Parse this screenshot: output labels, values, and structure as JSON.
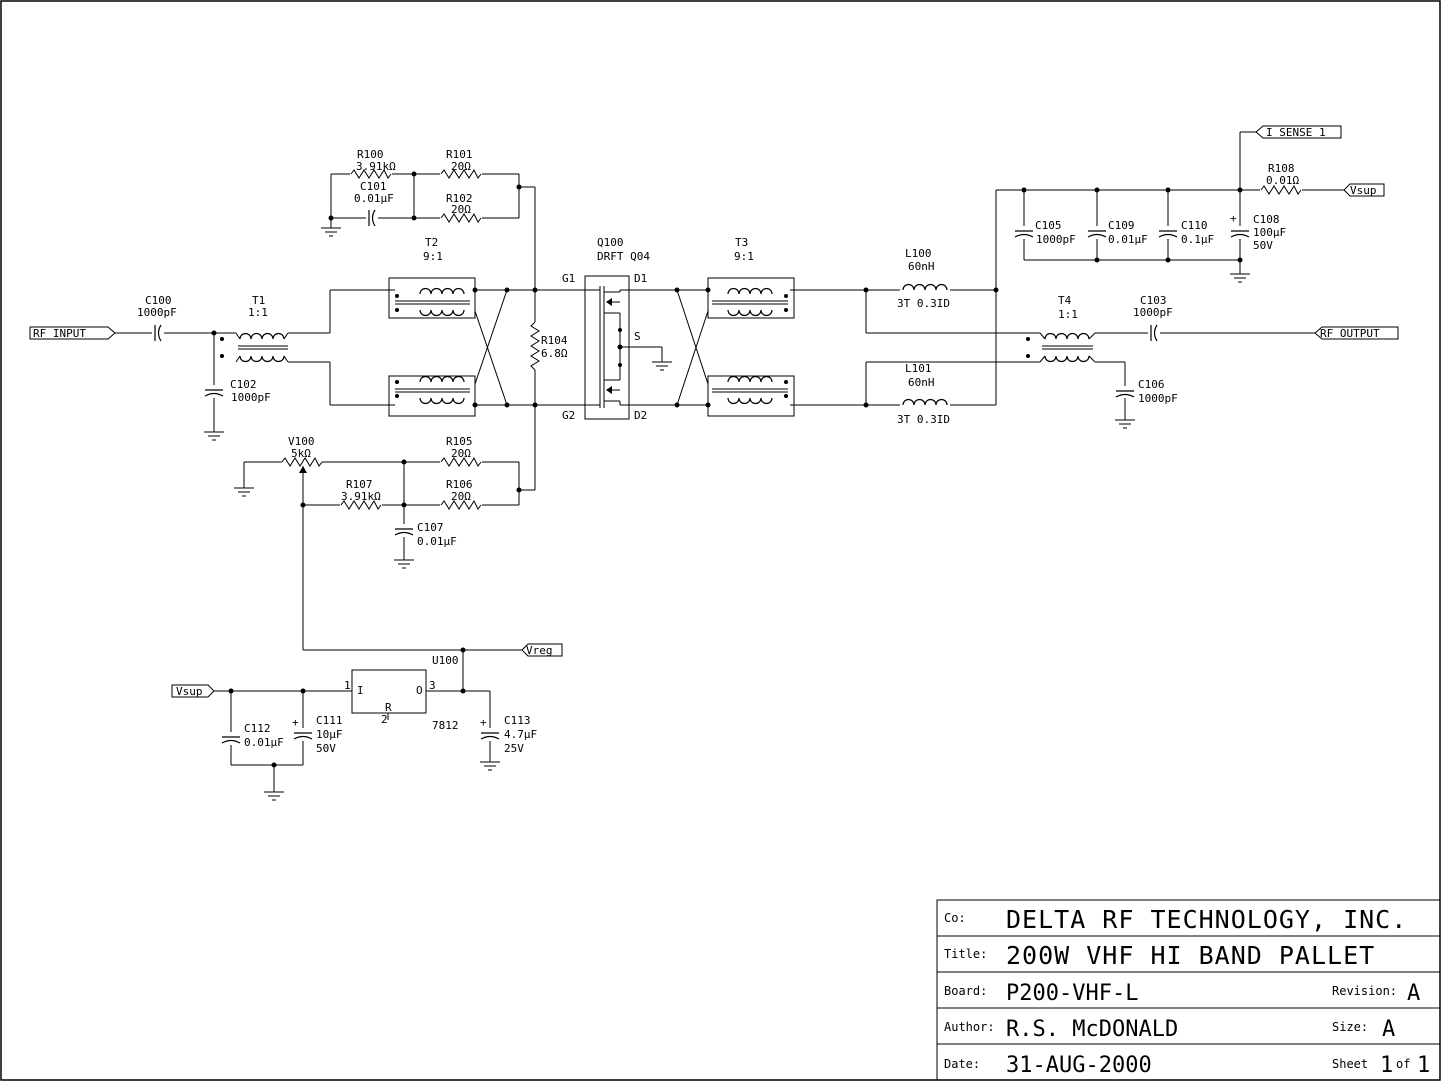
{
  "components": {
    "R100": {
      "ref": "R100",
      "value": "3.91kΩ"
    },
    "R101": {
      "ref": "R101",
      "value": "20Ω"
    },
    "C101": {
      "ref": "C101",
      "value": "0.01μF"
    },
    "R102": {
      "ref": "R102",
      "value": "20Ω"
    },
    "T2": {
      "ref": "T2",
      "value": "9:1"
    },
    "Q100": {
      "ref": "Q100",
      "value": "DRFT Q04"
    },
    "T3": {
      "ref": "T3",
      "value": "9:1"
    },
    "L100": {
      "ref": "L100",
      "value": "60nH",
      "extra": "3T 0.3ID"
    },
    "C105": {
      "ref": "C105",
      "value": "1000pF"
    },
    "C109": {
      "ref": "C109",
      "value": "0.01μF"
    },
    "C110": {
      "ref": "C110",
      "value": "0.1μF"
    },
    "C108": {
      "ref": "C108",
      "value": "100μF",
      "extra": "50V"
    },
    "R108": {
      "ref": "R108",
      "value": "0.01Ω"
    },
    "C100": {
      "ref": "C100",
      "value": "1000pF"
    },
    "T1": {
      "ref": "T1",
      "value": "1:1"
    },
    "C102": {
      "ref": "C102",
      "value": "1000pF"
    },
    "R104": {
      "ref": "R104",
      "value": "6.8Ω"
    },
    "T4": {
      "ref": "T4",
      "value": "1:1"
    },
    "C103": {
      "ref": "C103",
      "value": "1000pF"
    },
    "C106": {
      "ref": "C106",
      "value": "1000pF"
    },
    "L101": {
      "ref": "L101",
      "value": "60nH",
      "extra": "3T 0.3ID"
    },
    "V100": {
      "ref": "V100",
      "value": "5kΩ"
    },
    "R105": {
      "ref": "R105",
      "value": "20Ω"
    },
    "R107": {
      "ref": "R107",
      "value": "3.91kΩ"
    },
    "R106": {
      "ref": "R106",
      "value": "20Ω"
    },
    "C107": {
      "ref": "C107",
      "value": "0.01μF"
    },
    "U100": {
      "ref": "U100",
      "value": "7812"
    },
    "C112": {
      "ref": "C112",
      "value": "0.01μF"
    },
    "C111": {
      "ref": "C111",
      "value": "10μF",
      "extra": "50V"
    },
    "C113": {
      "ref": "C113",
      "value": "4.7μF",
      "extra": "25V"
    }
  },
  "pins": {
    "g1": "G1",
    "g2": "G2",
    "d1": "D1",
    "d2": "D2",
    "s": "S",
    "u_in_num": "1",
    "u_out_num": "3",
    "u_gnd_num": "2",
    "u_in": "I",
    "u_out": "O",
    "u_gnd": "R"
  },
  "nets": {
    "rf_input": "RF_INPUT",
    "rf_output": "RF_OUTPUT",
    "i_sense": "I_SENSE_1",
    "vsup_top": "Vsup",
    "vreg": "Vreg",
    "vsup_bottom": "Vsup"
  },
  "title_block": {
    "company_label": "Co:",
    "company": "DELTA RF TECHNOLOGY, INC.",
    "title_label": "Title:",
    "title": "200W VHF HI BAND PALLET",
    "board_label": "Board:",
    "board": "P200-VHF-L",
    "revision_label": "Revision:",
    "revision": "A",
    "author_label": "Author:",
    "author": "R.S. McDONALD",
    "size_label": "Size:",
    "size": "A",
    "date_label": "Date:",
    "date": "31-AUG-2000",
    "sheet_label": "Sheet",
    "sheet": "1",
    "of_label": "of",
    "sheets": "1"
  }
}
